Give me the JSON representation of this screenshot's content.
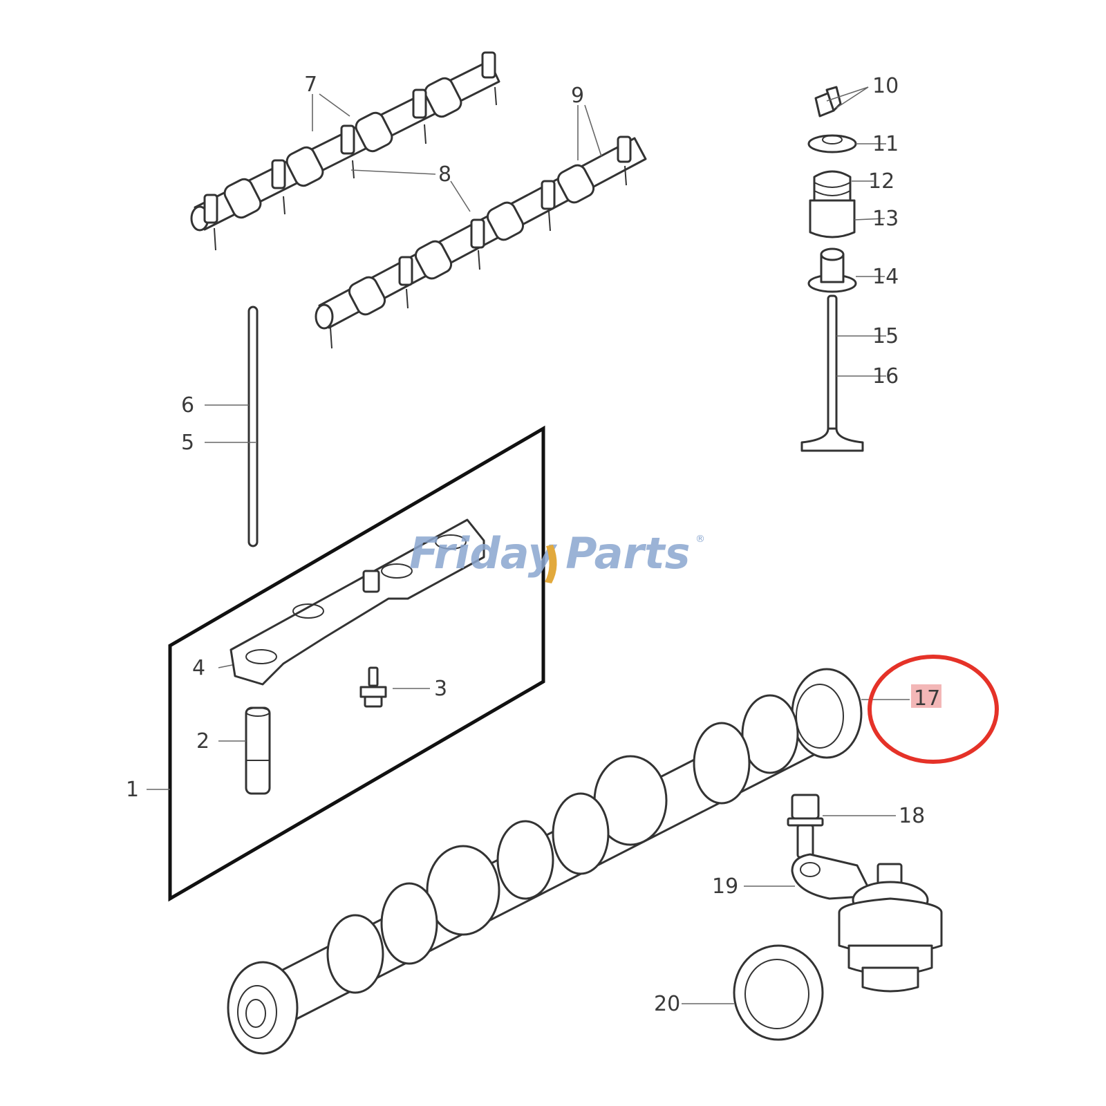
{
  "watermark": {
    "part1": "Friday",
    "part2": "Parts",
    "mark": "®",
    "color": "#8aa6cf",
    "accent": "#e2a93c"
  },
  "highlight": {
    "target": "17",
    "circle_color": "#e53228",
    "label_fill": "#f3b7b7"
  },
  "callouts": {
    "c1": "1",
    "c2": "2",
    "c3": "3",
    "c4": "4",
    "c5": "5",
    "c6": "6",
    "c7": "7",
    "c8": "8",
    "c9": "9",
    "c10": "10",
    "c11": "11",
    "c12": "12",
    "c13": "13",
    "c14": "14",
    "c15": "15",
    "c16": "16",
    "c17": "17",
    "c18": "18",
    "c19": "19",
    "c20": "20"
  }
}
